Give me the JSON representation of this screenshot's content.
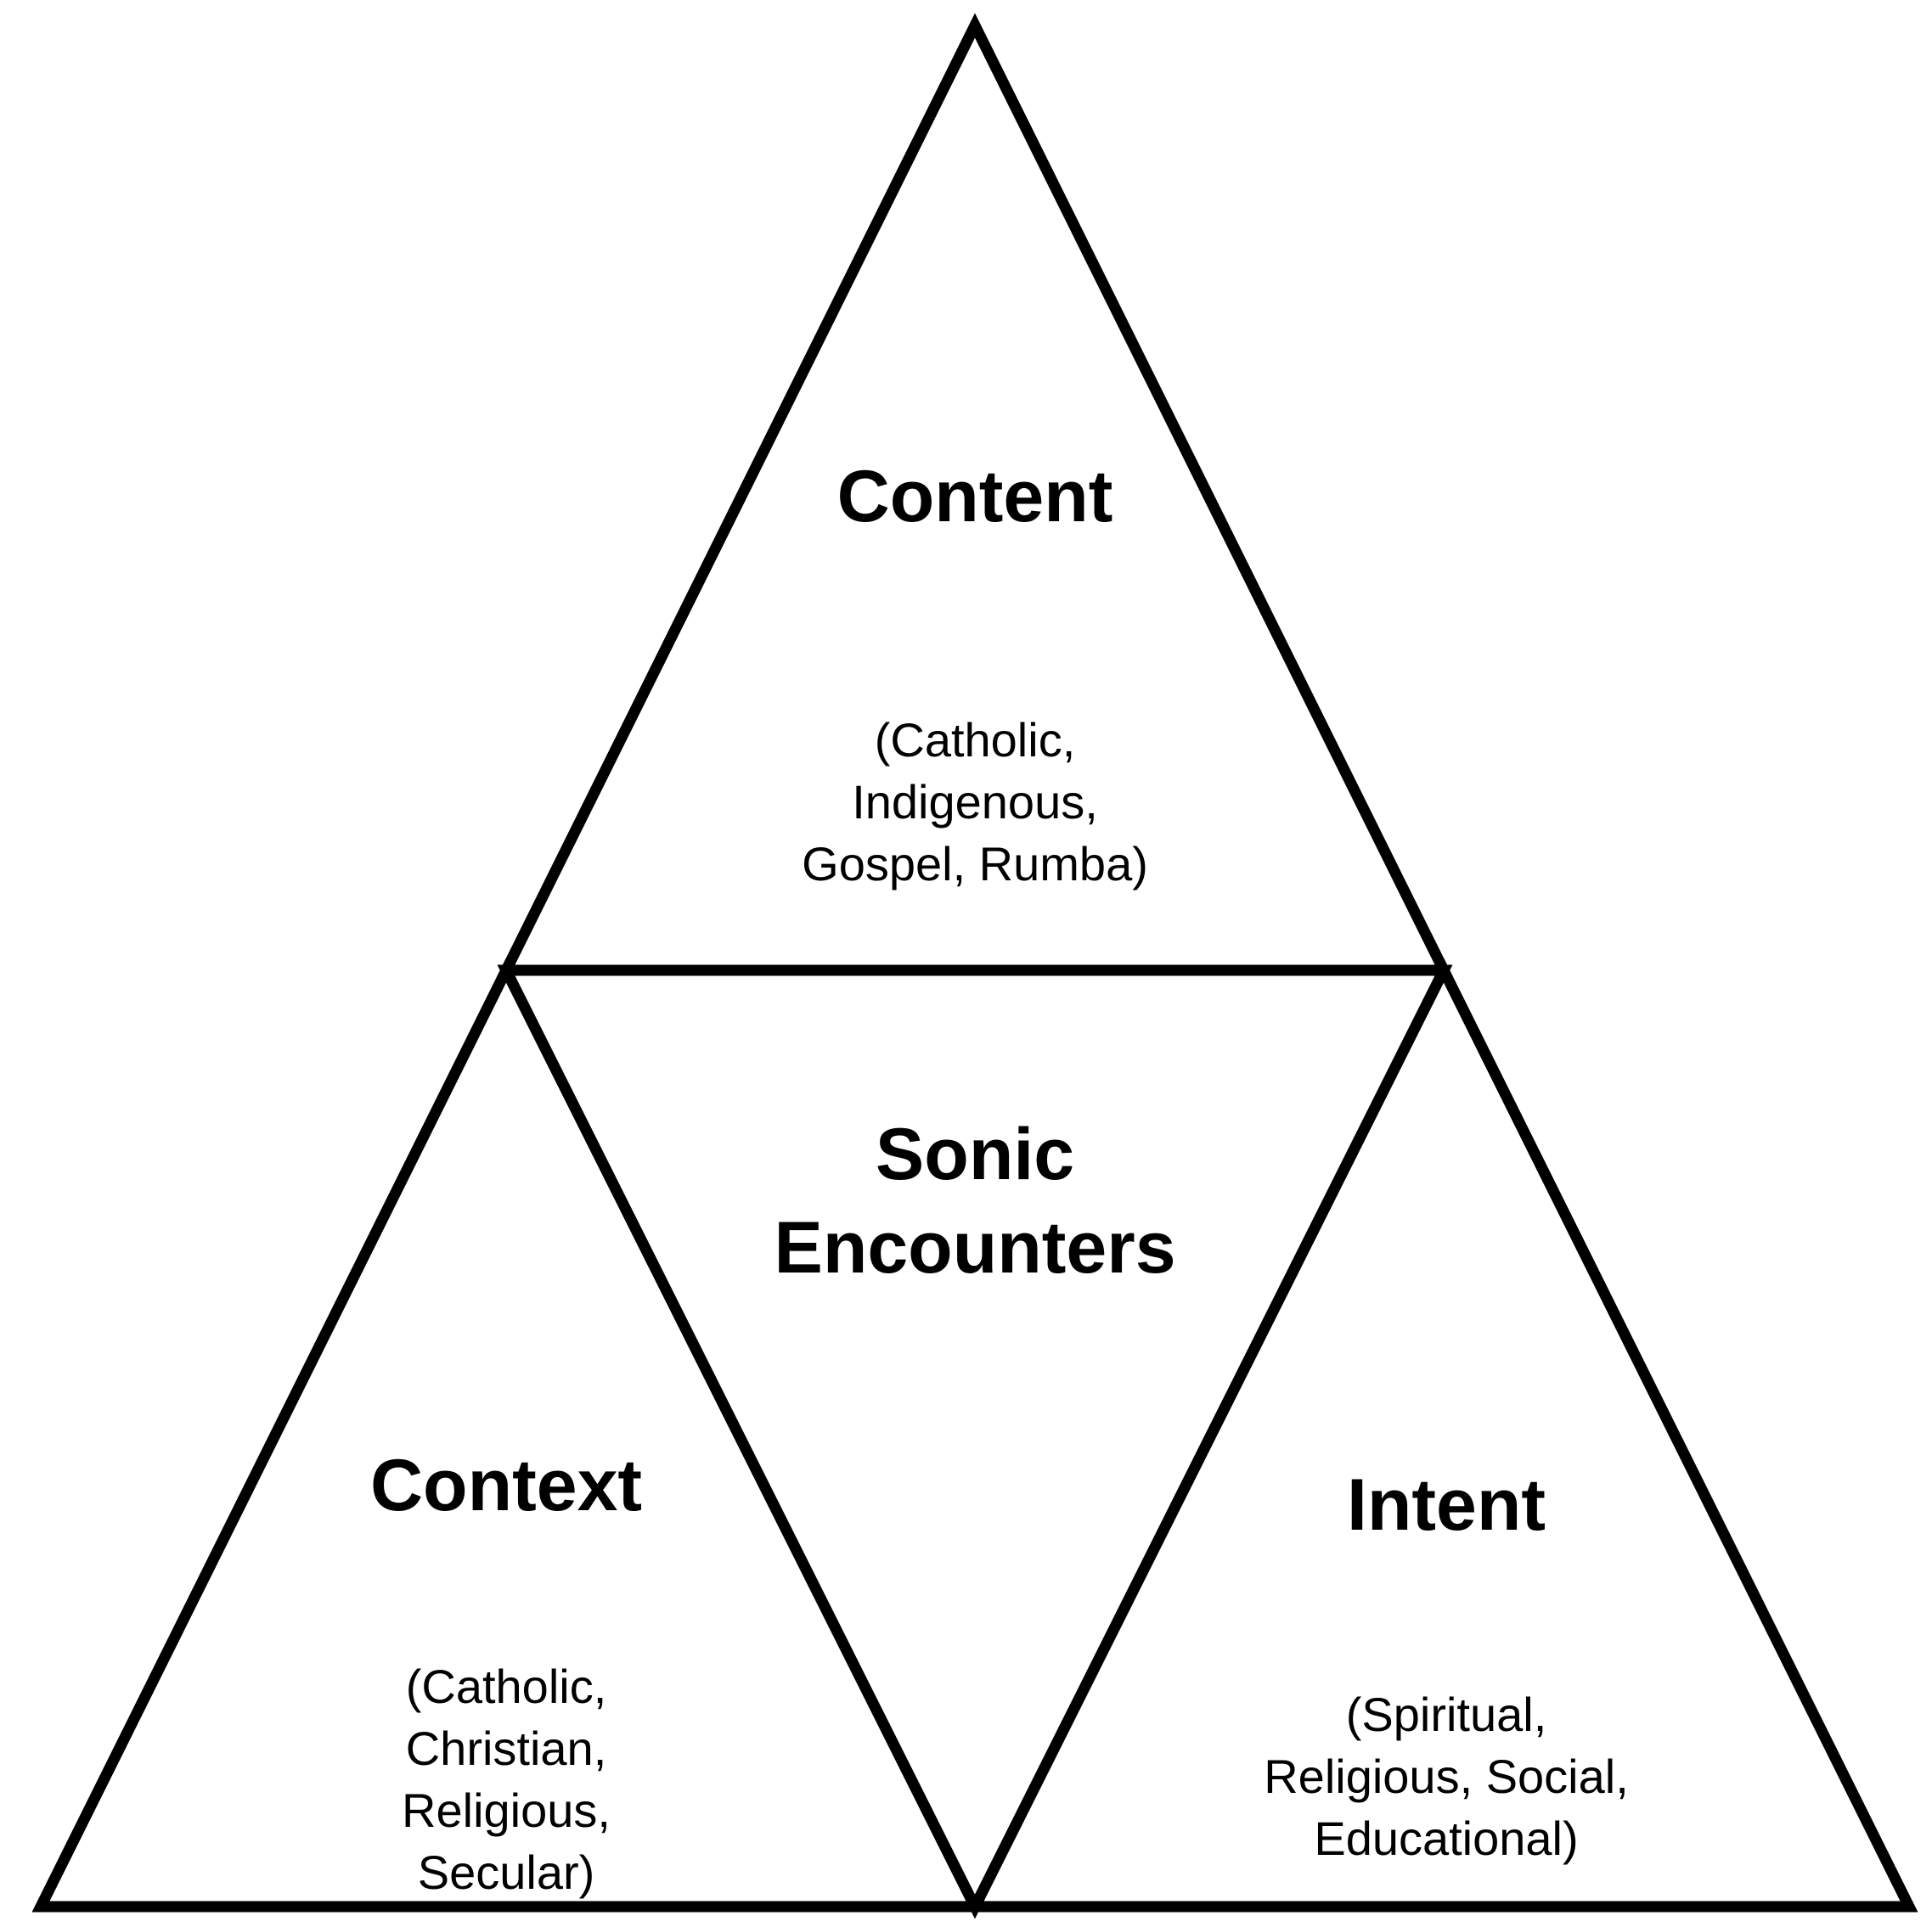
{
  "top": {
    "title": "Content",
    "desc_lines": [
      "(Catholic,",
      "Indigenous,",
      "Gospel, Rumba)"
    ]
  },
  "center": {
    "title_lines": [
      "Sonic",
      "Encounters"
    ]
  },
  "left": {
    "title": "Context",
    "desc_lines": [
      "(Catholic,",
      "Christian,",
      "Religious,",
      "Secular)"
    ]
  },
  "right": {
    "title": "Intent",
    "desc_lines": [
      "(Spiritual,",
      "Religious, Social,",
      "Educational)"
    ]
  }
}
